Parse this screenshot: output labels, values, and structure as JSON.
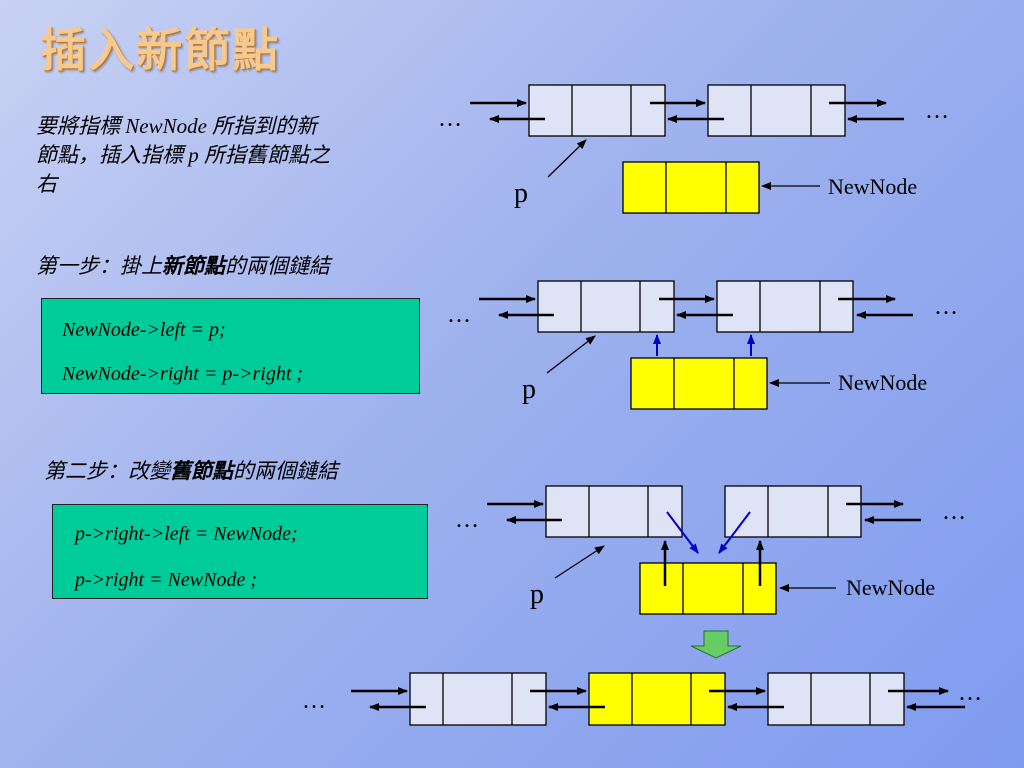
{
  "title": "插入新節點",
  "description": "要將指標 NewNode 所指到的新節點，插入指標 p 所指舊節點之右",
  "step1": {
    "prefix": "第一步：掛上",
    "bold": "新節點",
    "suffix": "的兩個鏈結"
  },
  "step2": {
    "prefix": "第二步：改變",
    "bold": "舊節點",
    "suffix": "的兩個鏈結"
  },
  "code1": {
    "line1": "NewNode->left = p;",
    "line2": "NewNode->right = p->right ;"
  },
  "code2": {
    "line1": "p->right->left = NewNode;",
    "line2": "p->right = NewNode ;"
  },
  "labels": {
    "ellipsis": "…",
    "p": "p",
    "newnode": "NewNode"
  },
  "colors": {
    "node_fill": "#dfe3f6",
    "new_node_fill": "#ffff00",
    "code_bg": "#00cc99",
    "title": "#f6c98f",
    "down_arrow": "#66cc66",
    "blue_link": "#0000cc"
  }
}
